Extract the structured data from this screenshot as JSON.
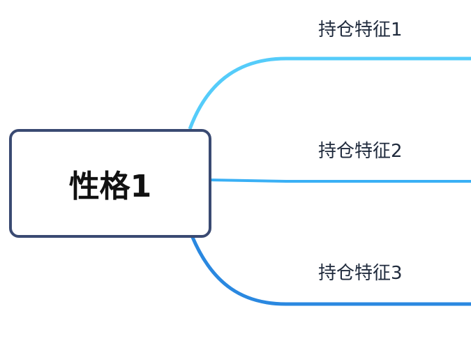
{
  "central_topic": "性格1",
  "subtopics": [
    {
      "label": "持仓特征1",
      "color": "#55ccfa"
    },
    {
      "label": "持仓特征2",
      "color": "#3ab0f5"
    },
    {
      "label": "持仓特征3",
      "color": "#2a88e0"
    }
  ],
  "border_color": "#3a4a72"
}
